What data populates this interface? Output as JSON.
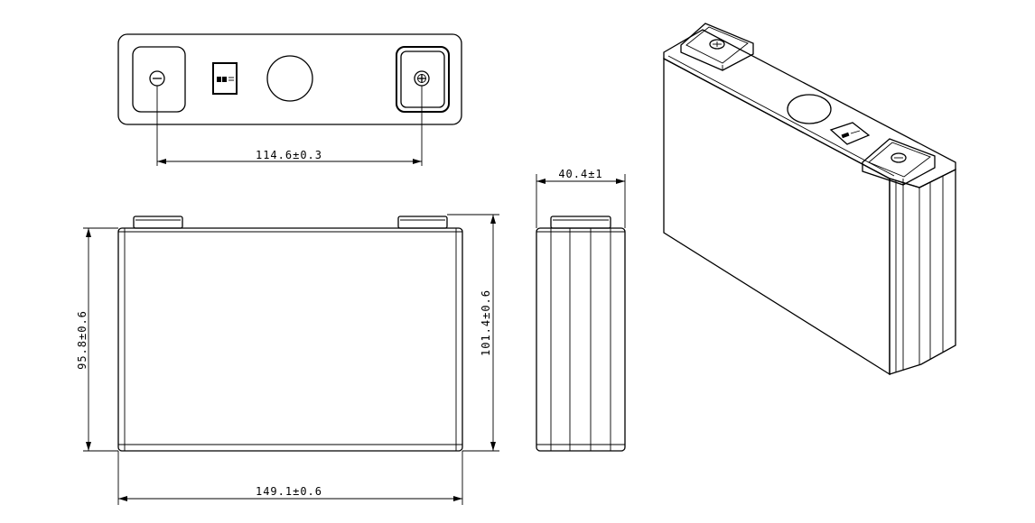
{
  "dimensions": {
    "terminal_spacing": "114.6±0.3",
    "thickness": "40.4±1",
    "body_height": "95.8±0.6",
    "total_height": "101.4±0.6",
    "width": "149.1±0.6"
  },
  "icons": {
    "negative_terminal": "minus-icon",
    "positive_terminal": "plus-icon"
  },
  "colors": {
    "line": "#000000",
    "background": "#ffffff"
  }
}
